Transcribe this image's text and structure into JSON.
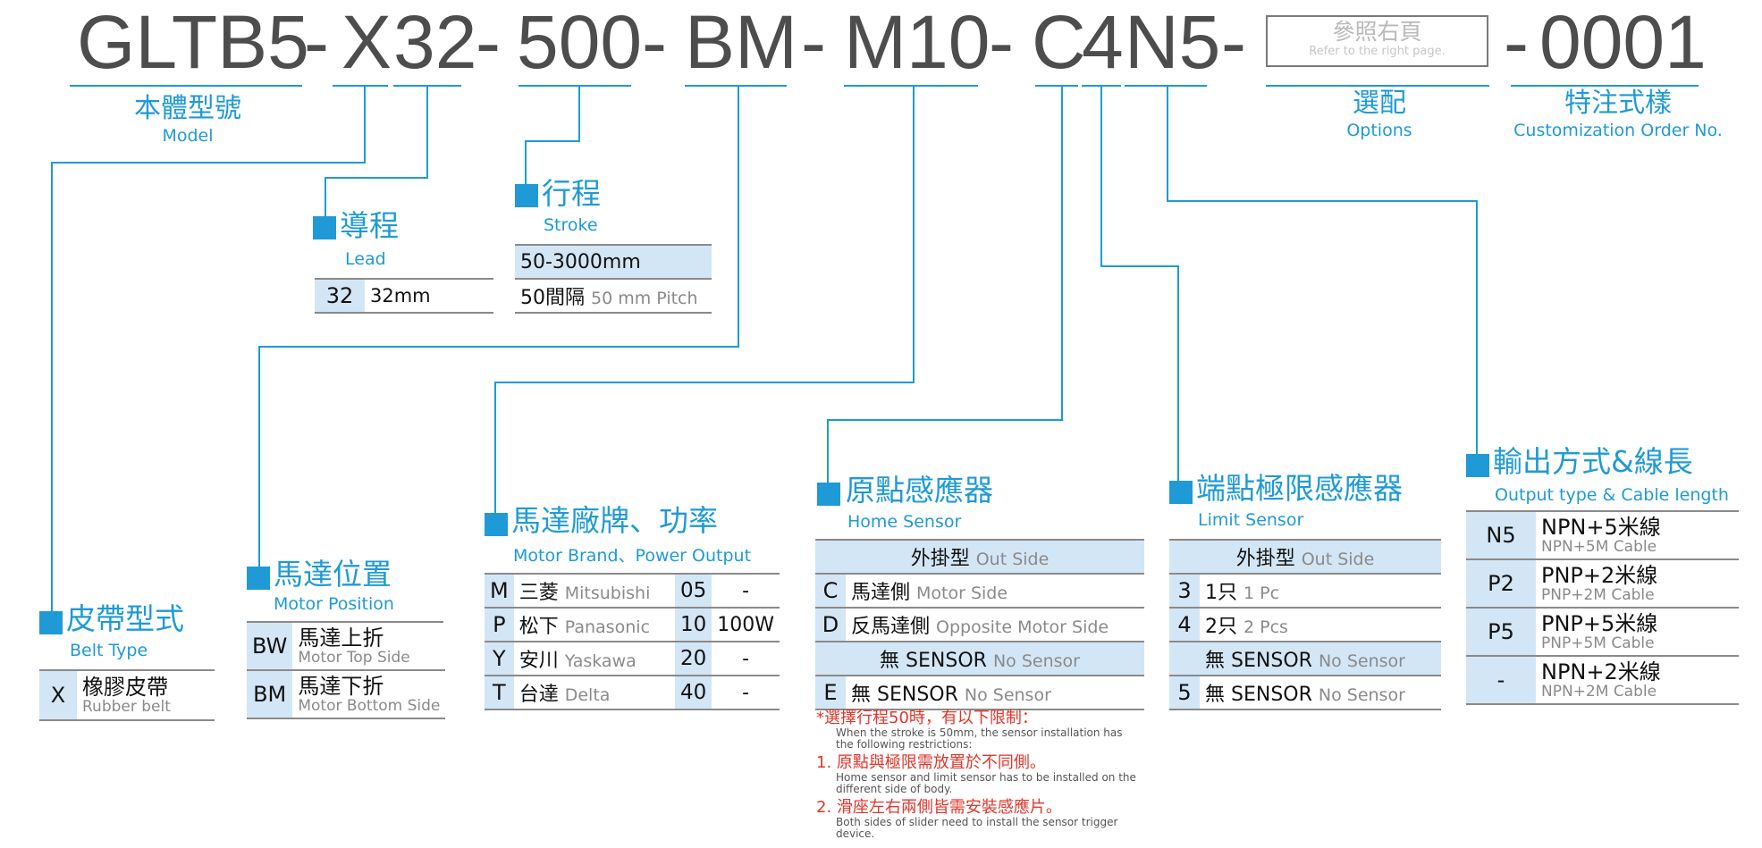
{
  "header": {
    "code_model": "GLTB5",
    "code_belt": "X",
    "code_lead": "32",
    "code_stroke": "500",
    "code_motor_pos": "BM",
    "code_motor": "M10",
    "code_home": "C",
    "code_limit": "4",
    "code_output": "N5",
    "code_custom": "0001",
    "dash": "-",
    "options_box_zh": "參照右頁",
    "options_box_en": "Refer to the right page."
  },
  "top_labels": {
    "model_zh": "本體型號",
    "model_en": "Model",
    "options_zh": "選配",
    "options_en": "Options",
    "custom_zh": "特注式樣",
    "custom_en": "Customization Order No."
  },
  "lead": {
    "title_zh": "導程",
    "title_en": "Lead",
    "rows": [
      {
        "code": "32",
        "value": "32mm"
      }
    ]
  },
  "stroke": {
    "title_zh": "行程",
    "title_en": "Stroke",
    "range": "50-3000mm",
    "pitch_zh": "50間隔",
    "pitch_en": "50 mm Pitch"
  },
  "belt_type": {
    "title_zh": "皮帶型式",
    "title_en": "Belt Type",
    "rows": [
      {
        "code": "X",
        "zh": "橡膠皮帶",
        "en": "Rubber belt"
      }
    ]
  },
  "motor_position": {
    "title_zh": "馬達位置",
    "title_en": "Motor Position",
    "rows": [
      {
        "code": "BW",
        "zh": "馬達上折",
        "en": "Motor Top Side"
      },
      {
        "code": "BM",
        "zh": "馬達下折",
        "en": "Motor Bottom Side"
      }
    ]
  },
  "motor_brand": {
    "title_zh": "馬達廠牌、功率",
    "title_en": "Motor Brand、Power Output",
    "rows": [
      {
        "code": "M",
        "zh": "三菱",
        "en": "Mitsubishi",
        "pcode": "05",
        "power": "-"
      },
      {
        "code": "P",
        "zh": "松下",
        "en": "Panasonic",
        "pcode": "10",
        "power": "100W"
      },
      {
        "code": "Y",
        "zh": "安川",
        "en": "Yaskawa",
        "pcode": "20",
        "power": "-"
      },
      {
        "code": "T",
        "zh": "台達",
        "en": "Delta",
        "pcode": "40",
        "power": "-"
      }
    ]
  },
  "home_sensor": {
    "title_zh": "原點感應器",
    "title_en": "Home Sensor",
    "group1_zh": "外掛型",
    "group1_en": "Out Side",
    "rows1": [
      {
        "code": "C",
        "zh": "馬達側",
        "en": "Motor Side"
      },
      {
        "code": "D",
        "zh": "反馬達側",
        "en": "Opposite Motor Side"
      }
    ],
    "group2_zh": "無 SENSOR",
    "group2_en": "No Sensor",
    "rows2": [
      {
        "code": "E",
        "zh": "無 SENSOR",
        "en": "No Sensor"
      }
    ]
  },
  "limit_sensor": {
    "title_zh": "端點極限感應器",
    "title_en": "Limit Sensor",
    "group1_zh": "外掛型",
    "group1_en": "Out Side",
    "rows1": [
      {
        "code": "3",
        "zh": "1只",
        "en": "1 Pc"
      },
      {
        "code": "4",
        "zh": "2只",
        "en": "2 Pcs"
      }
    ],
    "group2_zh": "無 SENSOR",
    "group2_en": "No Sensor",
    "rows2": [
      {
        "code": "5",
        "zh": "無 SENSOR",
        "en": "No Sensor"
      }
    ]
  },
  "output": {
    "title_zh": "輸出方式&線長",
    "title_en": "Output type & Cable length",
    "rows": [
      {
        "code": "N5",
        "zh": "NPN+5米線",
        "en": "NPN+5M Cable"
      },
      {
        "code": "P2",
        "zh": "PNP+2米線",
        "en": "PNP+2M Cable"
      },
      {
        "code": "P5",
        "zh": "PNP+5米線",
        "en": "PNP+5M Cable"
      },
      {
        "code": "-",
        "zh": "NPN+2米線",
        "en": "NPN+2M Cable"
      }
    ]
  },
  "notes": {
    "n0_zh": "*選擇行程50時，有以下限制：",
    "n0_en1": "When the stroke is 50mm, the sensor installation has",
    "n0_en2": "the following restrictions:",
    "n1_zh": "1. 原點與極限需放置於不同側。",
    "n1_en1": "Home sensor and limit sensor has to be installed on the",
    "n1_en2": "different side of body.",
    "n2_zh": "2. 滑座左右兩側皆需安裝感應片。",
    "n2_en1": "Both sides of slider need to install the sensor trigger device."
  },
  "colors": {
    "accent": "#1f9ad6",
    "cell_blue": "#d3e6f5",
    "code_gray": "#4d4d4d",
    "note_red": "#e0362b"
  }
}
